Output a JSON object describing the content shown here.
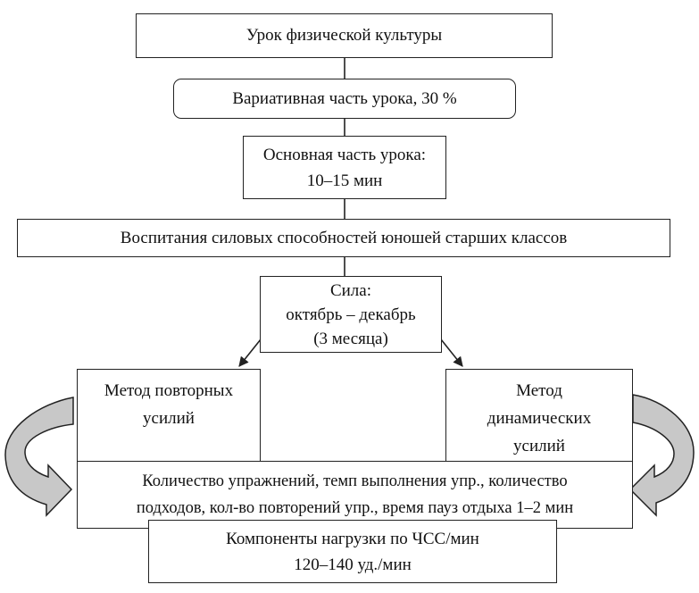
{
  "nodes": {
    "lesson": "Урок физической культуры",
    "variative": "Вариативная часть урока, 30 %",
    "main_part": "Основная часть урока:\n10–15 мин",
    "upbringing": "Воспитания силовых способностей юношей старших классов",
    "strength": "Сила:\nоктябрь – декабрь\n(3 месяца)",
    "method_repeated": "Метод повторных\nусилий",
    "method_dynamic": "Метод\nдинамических\nусилий",
    "params": "Количество упражнений, темп выполнения упр., количество\nподходов, кол-во повторений упр., время пауз отдыха 1–2 мин",
    "load": "Компоненты нагрузки по ЧСС/мин\n120–140 уд./мин"
  },
  "colors": {
    "line": "#222222",
    "arrow_fill": "#c8c8c8",
    "background": "#ffffff"
  }
}
